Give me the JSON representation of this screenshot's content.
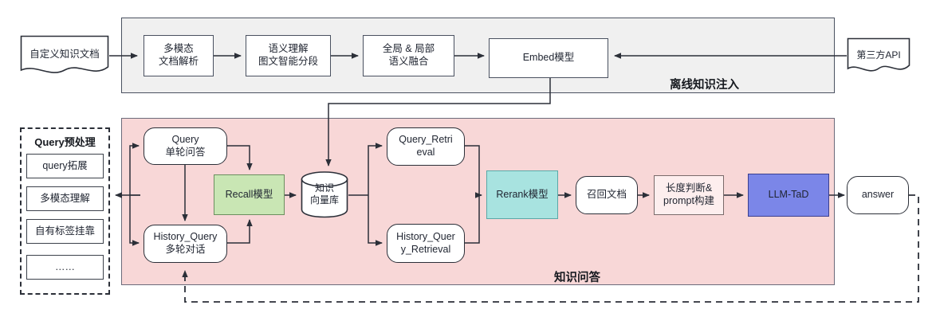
{
  "diagram": {
    "title_offline": "离线知识注入",
    "title_qa": "知识问答",
    "preprocess_title": "Query预处理"
  },
  "offline": {
    "source_doc": "自定义知识文档",
    "steps": [
      {
        "label": "多模态\n文档解析"
      },
      {
        "label": "语义理解\n图文智能分段"
      },
      {
        "label": "全局 & 局部\n语义融合"
      },
      {
        "label": "Embed模型"
      }
    ],
    "third_party_api": "第三方API"
  },
  "preprocess": {
    "items": [
      {
        "label": "query拓展"
      },
      {
        "label": "多模态理解"
      },
      {
        "label": "自有标签挂靠"
      },
      {
        "label": "……"
      }
    ]
  },
  "qa": {
    "query_single": "Query\n单轮问答",
    "history_query": "History_Query\n多轮对话",
    "recall_model": "Recall模型",
    "vector_db": "知识\n向量库",
    "query_retrieval": "Query_Retri\neval",
    "history_retrieval": "History_Quer\ny_Retrieval",
    "rerank_model": "Rerank模型",
    "recall_docs": "召回文档",
    "prompt_build": "长度判断&\nprompt构建",
    "llm": "LLM-TaD",
    "answer": "answer"
  },
  "colors": {
    "offline_bg": "#f0f0f0",
    "qa_bg": "#f8d7d7",
    "recall_green": "#c9e6b4",
    "rerank_teal": "#a8e3e0",
    "llm_blue": "#7b86e8",
    "stroke": "#2b2f38"
  }
}
